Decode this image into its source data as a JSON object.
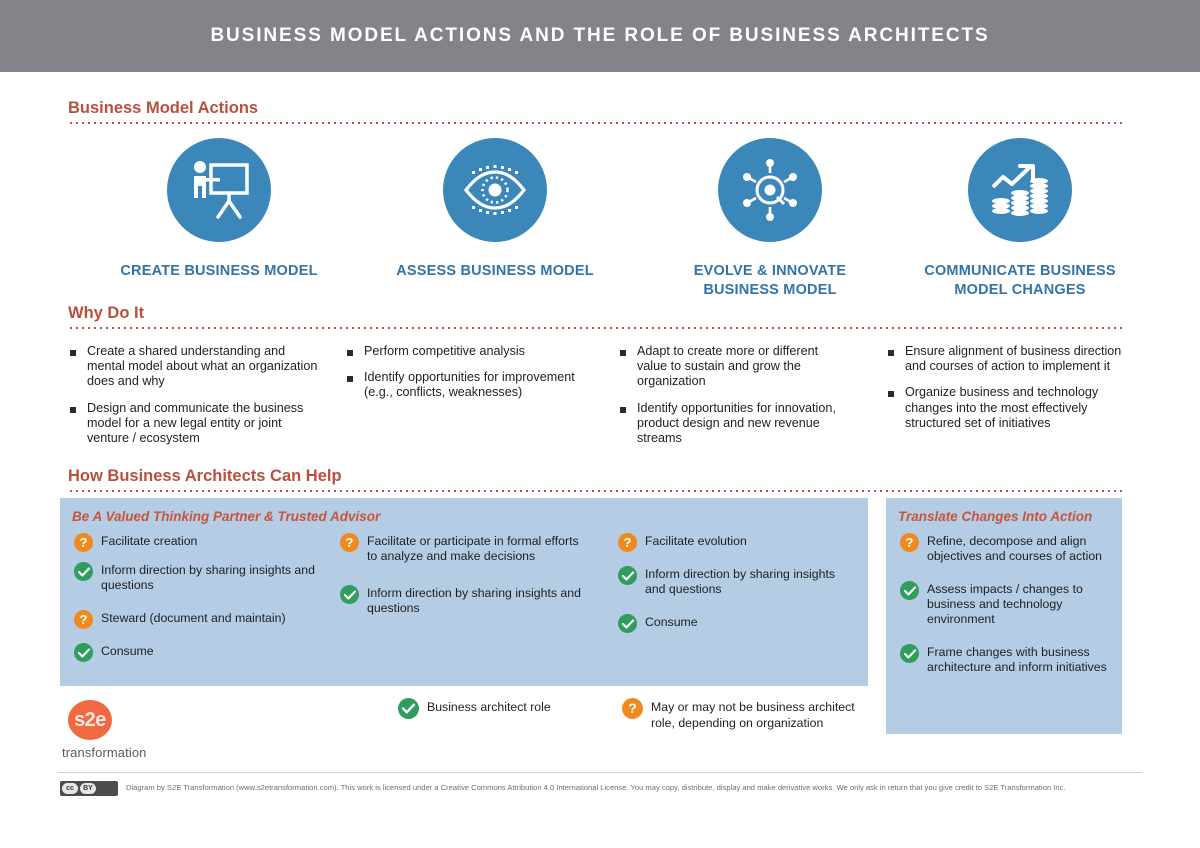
{
  "header": {
    "title": "BUSINESS MODEL ACTIONS AND THE ROLE OF BUSINESS ARCHITECTS"
  },
  "colors": {
    "header_bar": "#85838a",
    "accent_red": "#b8503c",
    "icon_blue": "#3c87ba",
    "label_blue": "#3274a8",
    "panel_blue": "#b4cce4",
    "badge_green": "#2e9d5e",
    "badge_orange": "#f08a1e",
    "logo_orange": "#f26841"
  },
  "sections": {
    "actions": {
      "label": "Business Model Actions"
    },
    "why": {
      "label": "Why Do It"
    },
    "help": {
      "label": "How Business Architects Can Help"
    }
  },
  "actions": [
    {
      "icon": "presenter-easel-icon",
      "label": "CREATE BUSINESS MODEL"
    },
    {
      "icon": "eye-icon",
      "label": "ASSESS BUSINESS MODEL"
    },
    {
      "icon": "network-hub-icon",
      "label": "EVOLVE & INNOVATE BUSINESS MODEL"
    },
    {
      "icon": "growth-arrow-coins-icon",
      "label": "COMMUNICATE BUSINESS MODEL CHANGES"
    }
  ],
  "why_columns": [
    {
      "bullets": [
        "Create a shared understanding and mental model about what an organization does and why",
        "Design and communicate the business model for a new legal entity or joint venture / ecosystem"
      ]
    },
    {
      "bullets": [
        "Perform competitive analysis",
        "Identify opportunities for improvement (e.g., conflicts, weaknesses)"
      ]
    },
    {
      "bullets": [
        "Adapt to create more or different value to sustain and grow the organization",
        "Identify opportunities for innovation, product design and new revenue streams"
      ]
    },
    {
      "bullets": [
        "Ensure alignment of business direction and courses of action to implement it",
        "Organize business and technology changes into the most effectively structured set of initiatives"
      ]
    }
  ],
  "help_panel_left": {
    "title": "Be A Valued Thinking Partner & Trusted Advisor",
    "columns": [
      {
        "items": [
          {
            "badge": "question",
            "text": "Facilitate creation"
          },
          {
            "badge": "check",
            "text": "Inform direction by sharing insights and questions"
          },
          {
            "badge": "question",
            "text": "Steward (document and maintain)"
          },
          {
            "badge": "check",
            "text": "Consume"
          }
        ]
      },
      {
        "items": [
          {
            "badge": "question",
            "text": "Facilitate or participate in formal efforts to analyze and make decisions"
          },
          {
            "badge": "check",
            "text": "Inform direction by sharing insights and questions"
          }
        ]
      },
      {
        "items": [
          {
            "badge": "question",
            "text": "Facilitate evolution"
          },
          {
            "badge": "check",
            "text": "Inform direction by sharing insights and questions"
          },
          {
            "badge": "check",
            "text": "Consume"
          }
        ]
      }
    ]
  },
  "help_panel_right": {
    "title": "Translate Changes Into Action",
    "items": [
      {
        "badge": "question",
        "text": "Refine, decompose and align objectives and courses of action"
      },
      {
        "badge": "check",
        "text": "Assess impacts / changes to business and technology environment"
      },
      {
        "badge": "check",
        "text": "Frame changes with business architecture and inform initiatives"
      }
    ]
  },
  "legend": [
    {
      "badge": "check",
      "text": "Business architect role"
    },
    {
      "badge": "question",
      "text": "May or may not be business architect role, depending on organization"
    }
  ],
  "logo": {
    "mark": "s2e",
    "word": "transformation"
  },
  "footer": {
    "cc_icon": "creative-commons-by-icon",
    "cc_left": "cc",
    "cc_right": "BY",
    "text": "Diagram by S2E Transformation (www.s2etransformation.com). This work is licensed under a Creative Commons Attribution 4.0 International License. You may copy, distribute, display and make derivative works. We only ask in return that you give credit to S2E Transformation Inc."
  }
}
